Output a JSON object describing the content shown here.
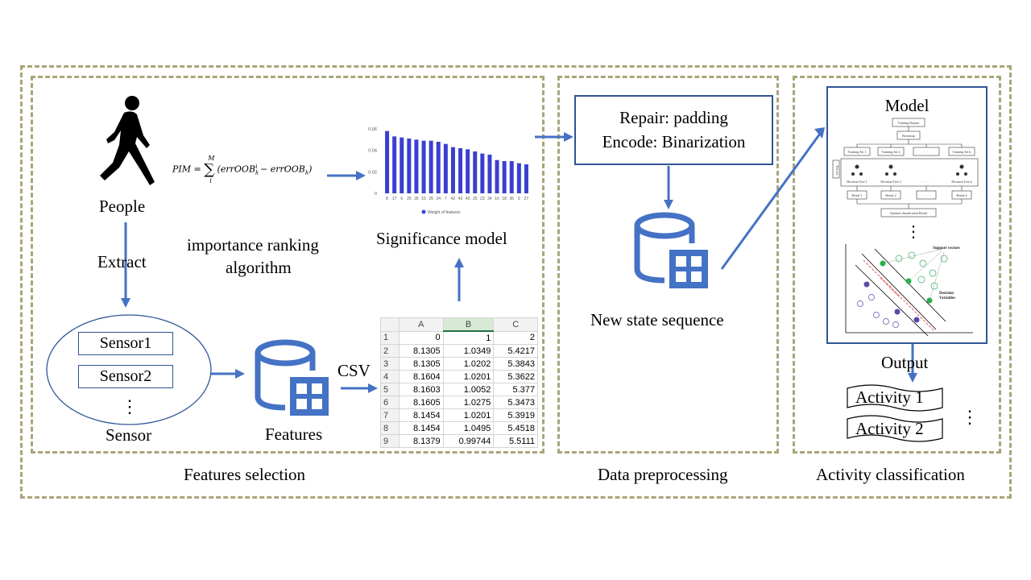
{
  "sections": {
    "features_selection": "Features selection",
    "data_preprocessing": "Data preprocessing",
    "activity_classification": "Activity classification"
  },
  "people": {
    "label": "People",
    "icon": "walking-person-icon"
  },
  "extract_label": "Extract",
  "sensor": {
    "label": "Sensor",
    "items": [
      "Sensor1",
      "Sensor2"
    ],
    "ellipsis": "⋮"
  },
  "features_label": "Features",
  "csv_label": "CSV",
  "pim": {
    "lhs": "PIM",
    "upper": "M",
    "lower": "i",
    "body": "(errOOB",
    "sup": "i",
    "sub": "k",
    "minus": " − errOOB",
    "sub2": "k",
    "close": ")"
  },
  "importance": {
    "line1": "importance ranking",
    "line2": "algorithm"
  },
  "significance_model": "Significance model",
  "chart_data": {
    "type": "bar",
    "categories": [
      "8",
      "17",
      "6",
      "25",
      "35",
      "15",
      "26",
      "24",
      "7",
      "42",
      "43",
      "43",
      "20",
      "23",
      "34",
      "16",
      "18",
      "36",
      "9",
      "27"
    ],
    "values": [
      0.058,
      0.053,
      0.052,
      0.051,
      0.05,
      0.049,
      0.049,
      0.048,
      0.046,
      0.043,
      0.042,
      0.041,
      0.039,
      0.037,
      0.036,
      0.031,
      0.03,
      0.03,
      0.028,
      0.027
    ],
    "yticks": [
      "0",
      "0.02",
      "0.04",
      "0.06"
    ],
    "ylim": [
      0,
      0.06
    ],
    "legend": "Weight of features",
    "color": "#3a3fd1"
  },
  "spreadsheet": {
    "columns": [
      "A",
      "B",
      "C"
    ],
    "selected_column": "B",
    "rows": [
      [
        "1",
        "0",
        "1",
        "2"
      ],
      [
        "2",
        "8.1305",
        "1.0349",
        "5.4217"
      ],
      [
        "3",
        "8.1305",
        "1.0202",
        "5.3843"
      ],
      [
        "4",
        "8.1604",
        "1.0201",
        "5.3622"
      ],
      [
        "5",
        "8.1603",
        "1.0052",
        "5.377"
      ],
      [
        "6",
        "8.1605",
        "1.0275",
        "5.3473"
      ],
      [
        "7",
        "8.1454",
        "1.0201",
        "5.3919"
      ],
      [
        "8",
        "8.1454",
        "1.0495",
        "5.4518"
      ],
      [
        "9",
        "8.1379",
        "0.99744",
        "5.5111"
      ]
    ]
  },
  "preprocess": {
    "line1": "Repair: padding",
    "line2": "Encode: Binarization"
  },
  "new_state_sequence": "New state sequence",
  "model": {
    "title": "Model",
    "ellipsis": "⋮",
    "rf_top": "Training Dataset",
    "rf_mid": "Bootstrap",
    "rf_sets": [
      "Training Set 1",
      "Training Set 2",
      "· · · ·",
      "Training Set k"
    ],
    "rf_trees": [
      "Decision Tree 1",
      "Decision Tree 2",
      "· · · ·",
      "Decision Tree k"
    ],
    "rf_results": [
      "Result 1",
      "Result 2",
      "· · · ·",
      "Result k"
    ],
    "rf_final": "Optimal classification Result",
    "rf_side": "Test set",
    "svm_support": "Support vectors",
    "svm_decision1": "Decision",
    "svm_decision2": "Variables",
    "svm_margin": "Decision Hyperplane"
  },
  "output_label": "Output",
  "activities": [
    "Activity 1",
    "Activity 2"
  ],
  "activity_ellipsis": "⋮",
  "colors": {
    "accent": "#4472c4",
    "dash": "#a9a57a",
    "box_border": "#2f5597"
  }
}
